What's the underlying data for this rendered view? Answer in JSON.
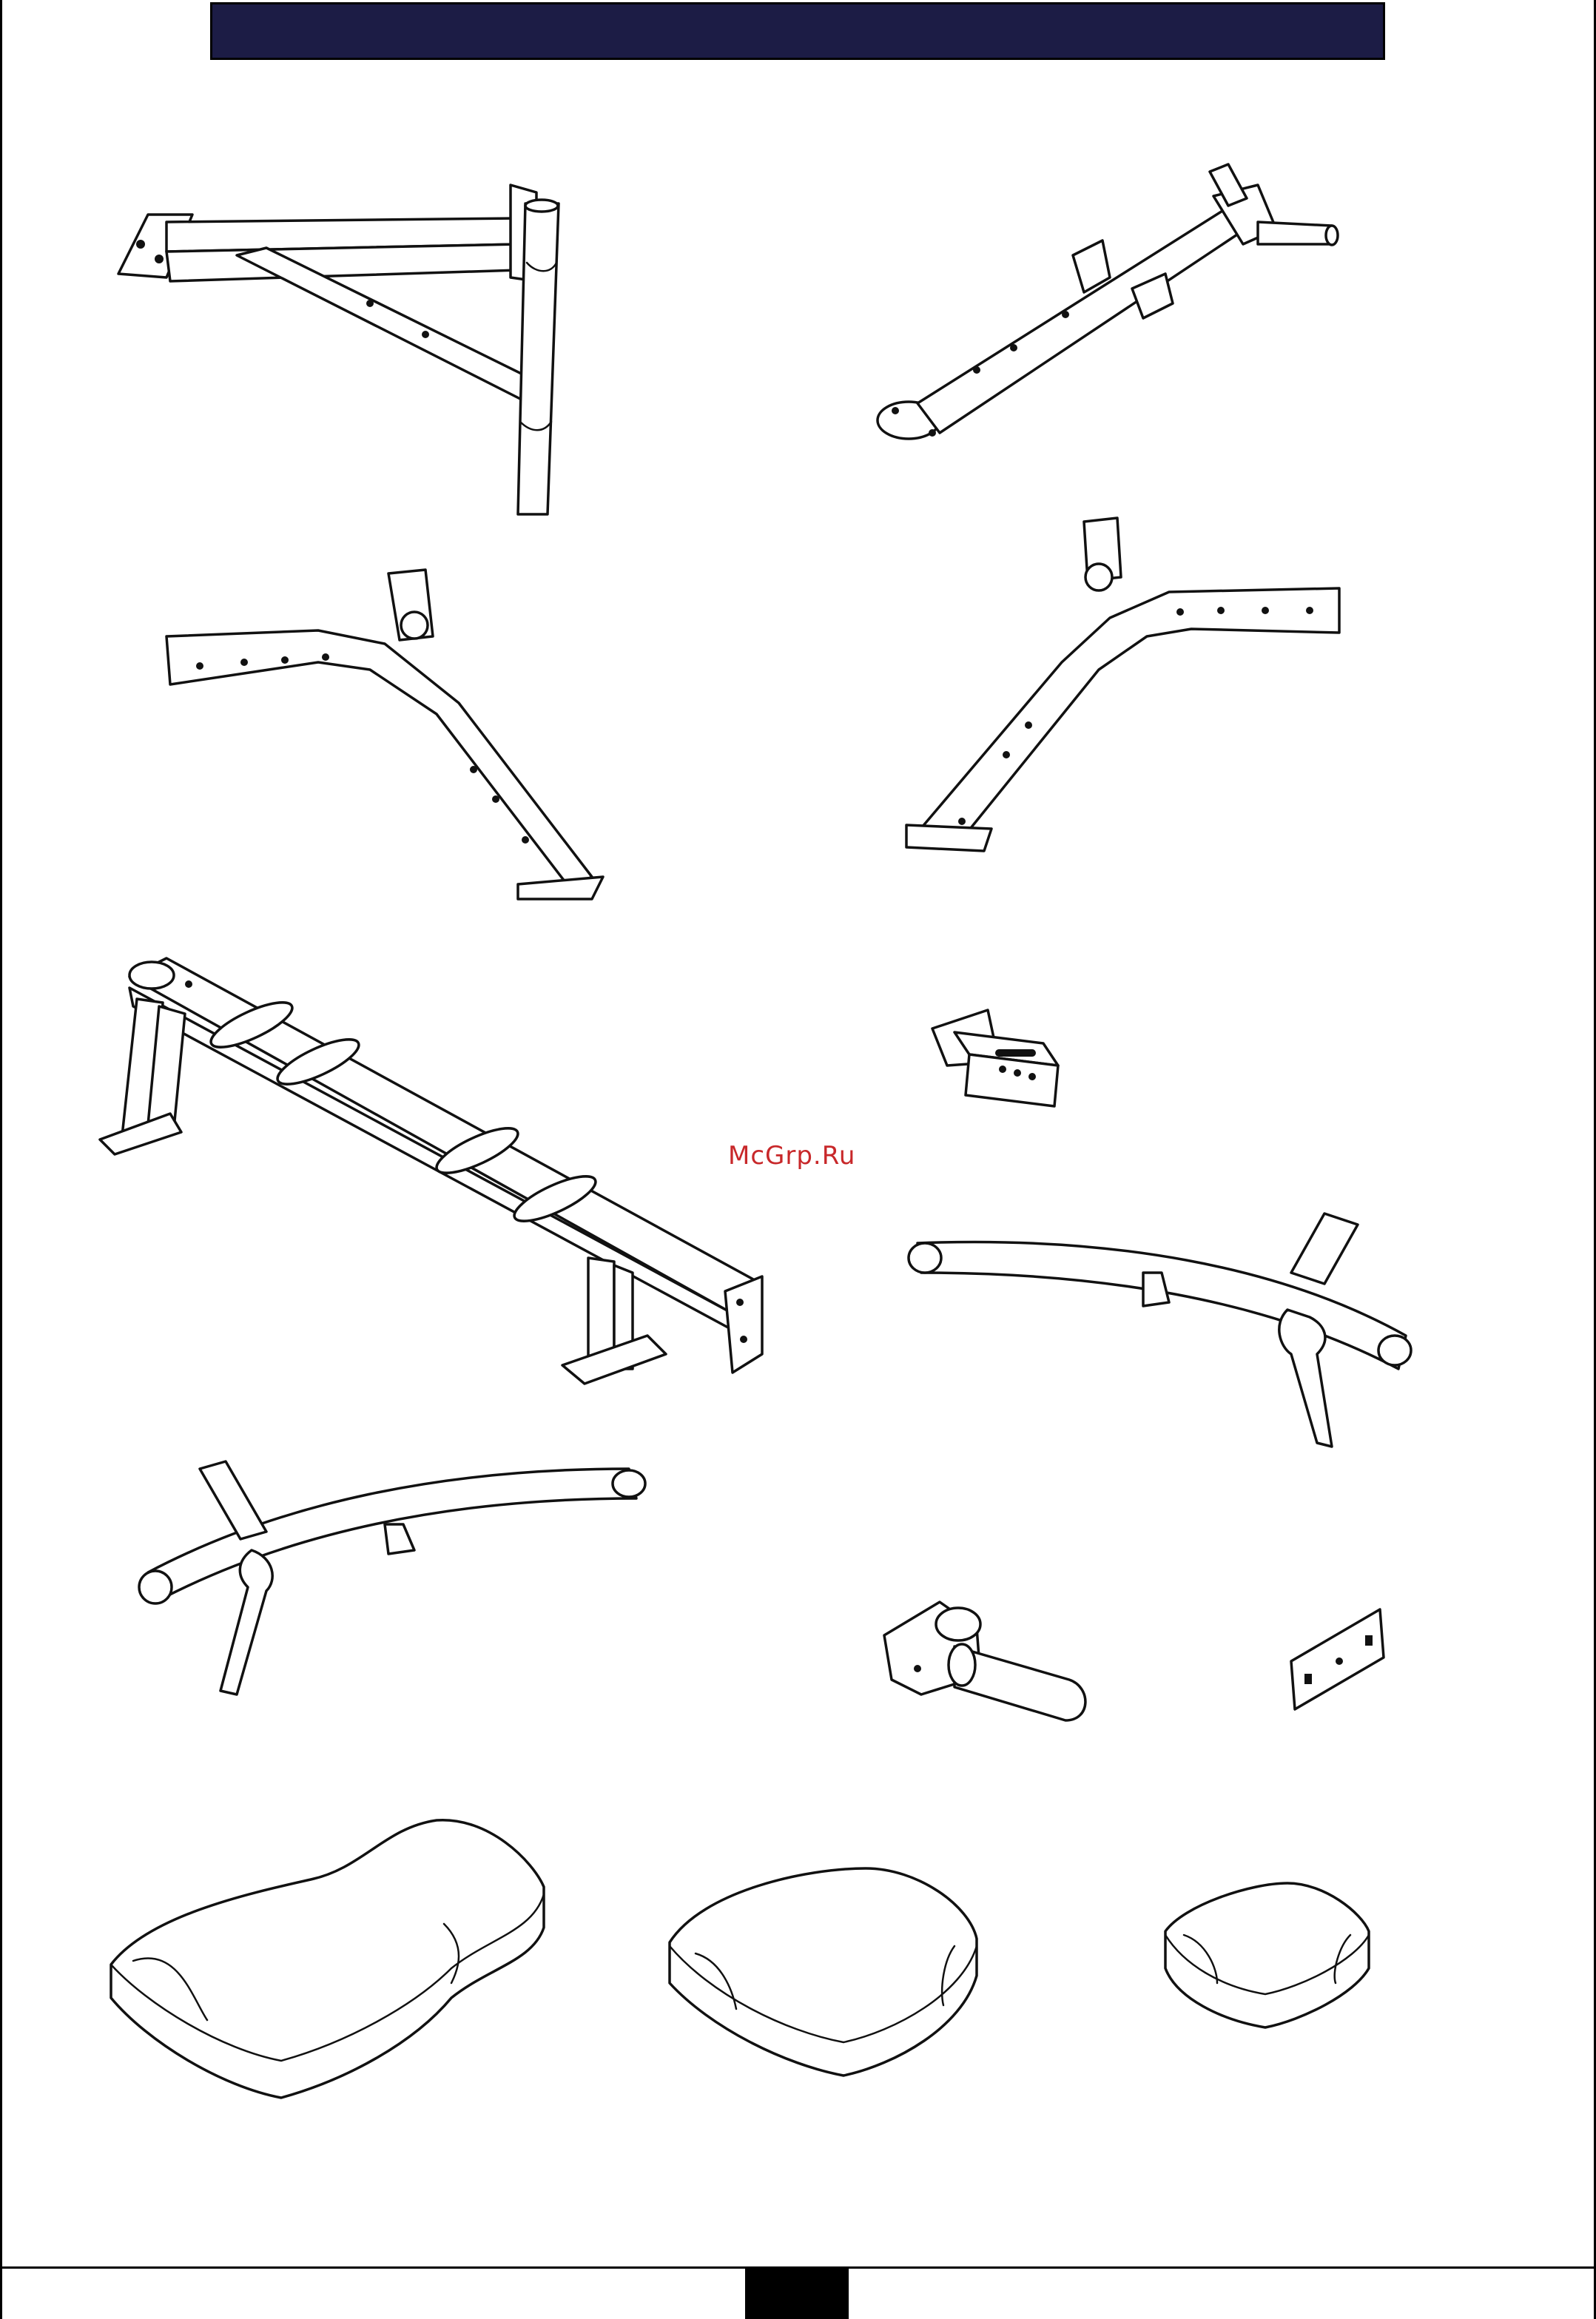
{
  "watermark": {
    "text": "McGrp.Ru",
    "color": "#c8282a"
  },
  "colors": {
    "header_bar": "#1c1c45",
    "outline": "#111111",
    "background": "#ffffff"
  },
  "parts": [
    {
      "name": "pull-up-arm-bracket",
      "icon": "frame-arm-icon"
    },
    {
      "name": "vertical-post-with-pivots",
      "icon": "post-icon"
    },
    {
      "name": "bent-leg-left",
      "icon": "bent-leg-icon"
    },
    {
      "name": "bent-leg-right",
      "icon": "bent-leg-icon"
    },
    {
      "name": "main-base-beam",
      "icon": "base-beam-icon"
    },
    {
      "name": "small-bracket",
      "icon": "bracket-icon"
    },
    {
      "name": "curved-handle-bar-right",
      "icon": "handle-bar-icon"
    },
    {
      "name": "curved-handle-bar-left",
      "icon": "handle-bar-icon"
    },
    {
      "name": "pivot-sleeve",
      "icon": "sleeve-icon"
    },
    {
      "name": "mounting-plate",
      "icon": "plate-icon"
    },
    {
      "name": "large-seat-pad",
      "icon": "pad-icon"
    },
    {
      "name": "medium-seat-pad",
      "icon": "pad-icon"
    },
    {
      "name": "small-back-pad",
      "icon": "pad-icon"
    }
  ]
}
